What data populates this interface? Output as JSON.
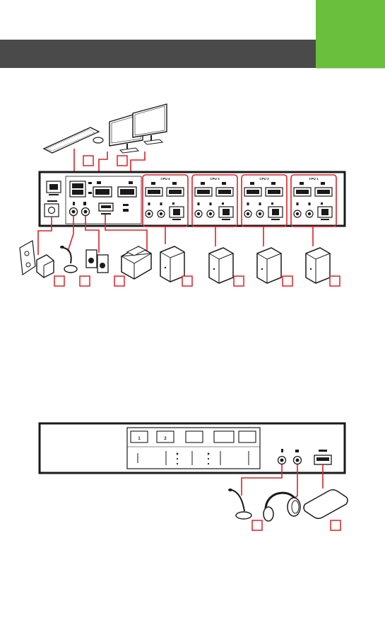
{
  "colors": {
    "header": "#4a4a4a",
    "accent_green": "#6abf3c",
    "callout_red": "#d9222a",
    "outline": "#1a1a1a"
  },
  "rear_panel": {
    "cpu_groups": [
      {
        "label": "CPU 4"
      },
      {
        "label": "CPU 3"
      },
      {
        "label": "CPU 2"
      },
      {
        "label": "CPU 1"
      }
    ]
  },
  "front_panel": {
    "buttons": [
      {
        "label": "1"
      },
      {
        "label": "2"
      }
    ]
  }
}
